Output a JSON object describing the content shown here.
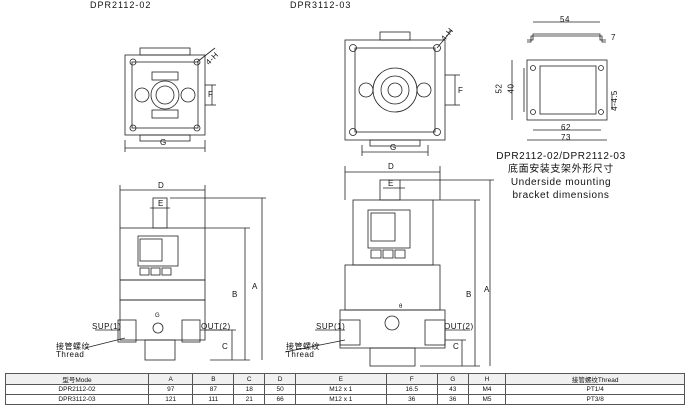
{
  "models": {
    "left": "DPR2112-02",
    "right": "DPR3112-03"
  },
  "dims": {
    "D": "D",
    "E": "E",
    "F": "F",
    "G": "G",
    "H": "4-H",
    "A": "A",
    "B": "B",
    "C": "C"
  },
  "ports": {
    "sup": "SUP(1)",
    "out": "OUT(2)",
    "thread_cn": "接管螺纹",
    "thread_en": "Thread",
    "gauge": "G",
    "gauge_right": "θ"
  },
  "bracket": {
    "dim_54": "54",
    "dim_7": "7",
    "dim_52": "52",
    "dim_40": "40",
    "dim_slot": "4-4.5",
    "dim_62": "62",
    "dim_73": "73",
    "caption_model": "DPR2112-02/DPR2112-03",
    "caption_cn": "底面安装支架外形尺寸",
    "caption_en1": "Underside mounting",
    "caption_en2": "bracket dimensions"
  },
  "table": {
    "headers": [
      "型号Mode",
      "A",
      "B",
      "C",
      "D",
      "E",
      "F",
      "G",
      "H",
      "接管螺纹Thread"
    ],
    "rows": [
      [
        "DPR2112-02",
        "97",
        "87",
        "18",
        "50",
        "M12 x 1",
        "16.5",
        "43",
        "M4",
        "PT1/4"
      ],
      [
        "DPR3112-03",
        "121",
        "111",
        "21",
        "66",
        "M12 x 1",
        "36",
        "36",
        "M5",
        "PT3/8"
      ]
    ]
  },
  "colors": {
    "line": "#222222",
    "dim_line": "#333333"
  }
}
